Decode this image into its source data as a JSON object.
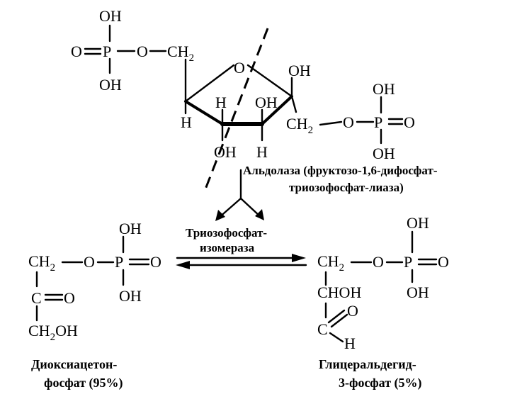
{
  "fructose": {
    "p1": {
      "oh_top": "OH",
      "o_left": "O",
      "p": "P",
      "o_right": "O",
      "ch2": "CH",
      "sub2": "2",
      "oh_bottom": "OH"
    },
    "ring": {
      "o": "O",
      "h_left": "H",
      "h_inner": "H",
      "oh_inner": "OH",
      "oh_bottom": "OH",
      "h_bottom": "H",
      "oh_right": "OH"
    },
    "p2": {
      "ch2": "CH",
      "sub2": "2",
      "o": "O",
      "p": "P",
      "o_right": "O",
      "oh_top": "OH",
      "oh_bottom": "OH"
    }
  },
  "aldolase": {
    "line1": "Альдолаза (фруктозо-1,6-дифосфат-",
    "line2": "триозофосфат-лиаза)"
  },
  "isomerase": {
    "line1": "Триозофосфат-",
    "line2": "изомераза"
  },
  "dhap": {
    "ch2_top": "CH",
    "sub2": "2",
    "o": "O",
    "p": "P",
    "o_right": "O",
    "oh_top": "OH",
    "oh_bottom": "OH",
    "c": "C",
    "o_keto": "O",
    "ch2oh": "CH",
    "ch2oh_sub": "2",
    "ch2oh_oh": "OH",
    "caption1": "Диоксиацетон-",
    "caption2": "фосфат (95%)"
  },
  "gap": {
    "ch2_top": "CH",
    "sub2": "2",
    "o": "O",
    "p": "P",
    "o_right": "O",
    "oh_top": "OH",
    "oh_bottom": "OH",
    "choh": "CHOH",
    "o_ald": "O",
    "c": "C",
    "h": "H",
    "caption1": "Глицеральдегид-",
    "caption2": "3-фосфат (5%)"
  }
}
